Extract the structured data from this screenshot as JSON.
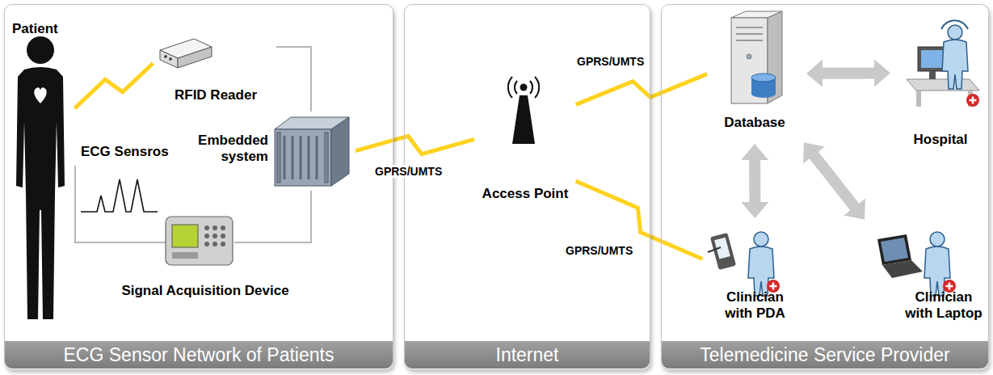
{
  "diagram": {
    "nodes": [
      {
        "text": [
          "ECG Sensor Network of Patients"
        ]
      },
      {
        "text": [
          "Patient"
        ],
        "in": 0
      },
      {
        "text": [
          "RFID Reader"
        ],
        "in": 0
      },
      {
        "text": [
          "Embedded system"
        ],
        "in": 0
      },
      {
        "text": [
          "Signal Acquisition Device"
        ],
        "in": 0
      },
      {
        "text": [
          "Internet"
        ]
      },
      {
        "text": [
          "Access Point"
        ],
        "in": 5
      },
      {
        "text": [
          "Telemedicine Service Provider"
        ]
      },
      {
        "text": [
          "Database"
        ],
        "in": 7
      },
      {
        "text": [
          "Hospital"
        ],
        "in": 7
      },
      {
        "text": [
          "Clinician with PDA"
        ],
        "in": 7
      },
      {
        "text": [
          "Clinician with Laptop"
        ],
        "in": 7
      }
    ],
    "edges": [
      {
        "from": 1,
        "to": 2,
        "arrow": "none"
      },
      {
        "from": 2,
        "to": 3,
        "arrow": "none"
      },
      {
        "from": 3,
        "to": 4,
        "arrow": "none"
      },
      {
        "from": 3,
        "to": 6,
        "label": "GPRS/UMTS",
        "arrow": "none"
      },
      {
        "from": 6,
        "to": 8,
        "label": "GPRS/UMTS",
        "arrow": "none"
      },
      {
        "from": 6,
        "to": 10,
        "label": "GPRS/UMTS",
        "arrow": "none"
      },
      {
        "from": 8,
        "to": 9,
        "arrow": "both"
      },
      {
        "from": 8,
        "to": 10,
        "arrow": "both"
      },
      {
        "from": 8,
        "to": 11,
        "arrow": "both"
      }
    ],
    "labels": [
      "ECG Sensros"
    ]
  }
}
